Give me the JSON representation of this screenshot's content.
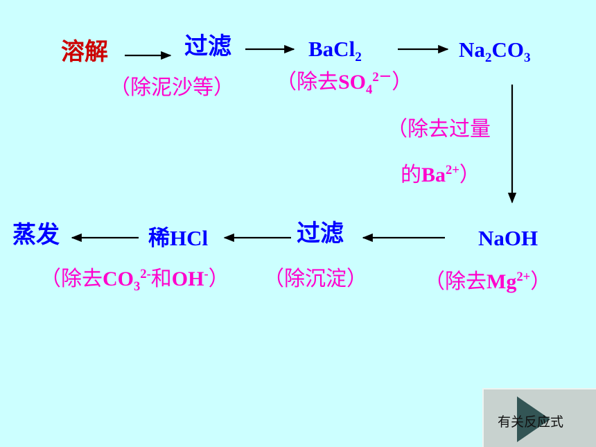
{
  "colors": {
    "background": "#ccffff",
    "step_blue": "#0000ff",
    "step_red": "#cc0000",
    "note_magenta": "#ff00cc",
    "arrow": "#000000"
  },
  "flow": {
    "dissolve": "溶解",
    "filter_1": "过滤",
    "bacl2": {
      "main": "BaCl",
      "sub": "2"
    },
    "na2co3": {
      "part1": "Na",
      "sub": "2",
      "part2": "CO",
      "sub2": "3"
    },
    "naoh": "NaOH",
    "filter_2": "过滤",
    "dilute_hcl": "稀HCl",
    "evaporate": "蒸发"
  },
  "notes": {
    "filter_1": "（除泥沙等）",
    "bacl2": {
      "prefix": "（除去",
      "chem": "SO",
      "sub": "4",
      "sup": "2－",
      "suffix": "）"
    },
    "na2co3_line1": "（除去过量",
    "na2co3_line2": {
      "prefix": "的",
      "chem": "Ba",
      "sup": "2+",
      "suffix": "）"
    },
    "naoh": {
      "prefix": "（除去",
      "chem": "Mg",
      "sup": "2+",
      "suffix": "）"
    },
    "filter_2": "（除沉淀）",
    "dilute_hcl": {
      "prefix": "（除去",
      "chem1": "CO",
      "sub1": "3",
      "sup1": "2-",
      "mid": "和",
      "chem2": "OH",
      "sup2": "-",
      "suffix": "）"
    }
  },
  "nav": {
    "label": "有关反应式",
    "icon": "play-triangle-icon"
  }
}
